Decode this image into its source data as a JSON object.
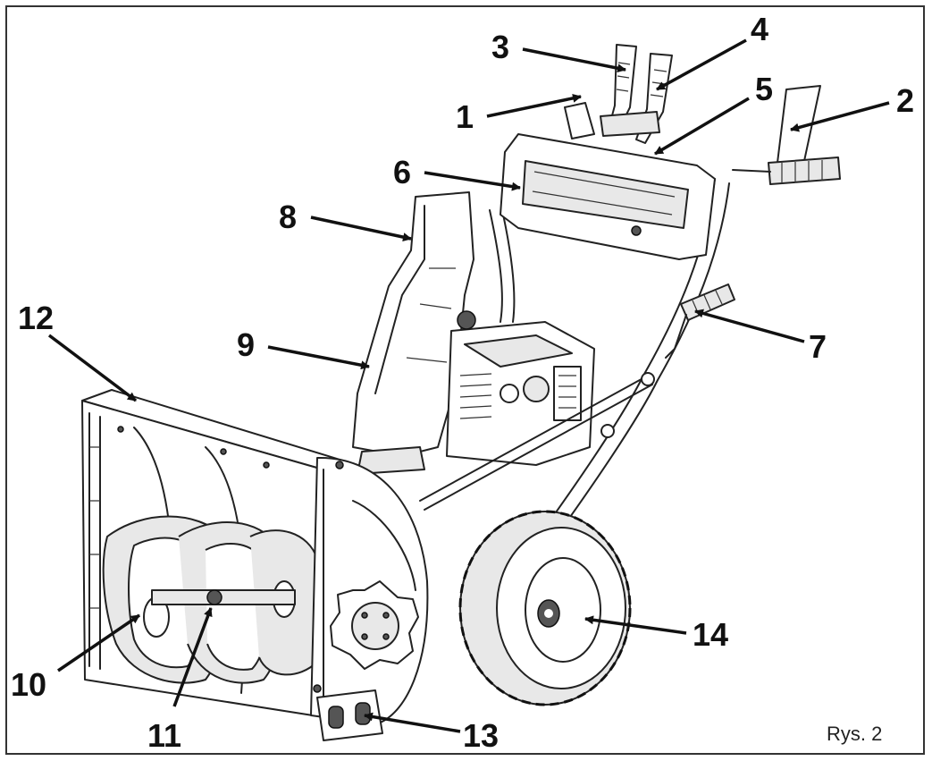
{
  "figure": {
    "caption": "Rys. 2"
  },
  "callouts": [
    {
      "number": "1"
    },
    {
      "number": "2"
    },
    {
      "number": "3"
    },
    {
      "number": "4"
    },
    {
      "number": "5"
    },
    {
      "number": "6"
    },
    {
      "number": "7"
    },
    {
      "number": "8"
    },
    {
      "number": "9"
    },
    {
      "number": "10"
    },
    {
      "number": "11"
    },
    {
      "number": "12"
    },
    {
      "number": "13"
    },
    {
      "number": "14"
    }
  ]
}
